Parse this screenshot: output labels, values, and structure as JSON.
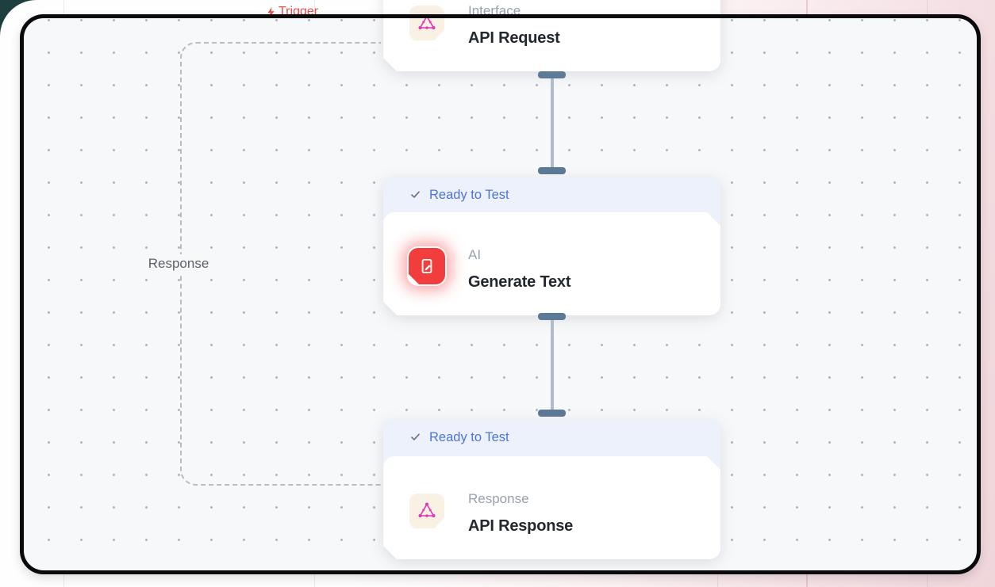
{
  "workflow": {
    "trigger_label": "Trigger",
    "branch_label": "Response",
    "nodes": [
      {
        "category": "Interface",
        "title": "API Request"
      },
      {
        "category": "AI",
        "title": "Generate Text",
        "status": "Ready to Test"
      },
      {
        "category": "Response",
        "title": "API Response",
        "status": "Ready to Test"
      }
    ]
  },
  "colors": {
    "status_text": "#4d74d9",
    "status_badge_bg": "#edf1fb",
    "node_red": "#f23d3d",
    "node_pink": "#e23bb4",
    "trigger_red": "#e8504e",
    "canvas_bg": "#f7f8fa",
    "frame_border": "#0a0a0c",
    "connector": "#5d7a96"
  }
}
